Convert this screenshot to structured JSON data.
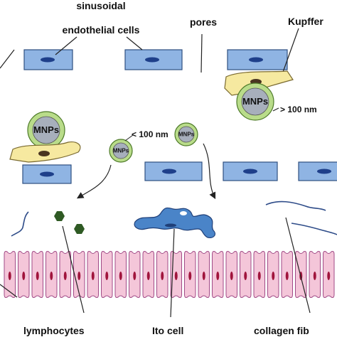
{
  "labels": {
    "sinusoidal": "sinusoidal",
    "endothelial_cells": "endothelial cells",
    "pores": "pores",
    "kupffer": "Kupffer",
    "gt_100": "> 100 nm",
    "lt_100": "< 100 nm",
    "lymphocytes": "lymphocytes",
    "ito_cell": "Ito cell",
    "collagen": "collagen fib"
  },
  "mnp_label": "MNPs",
  "colors": {
    "endothelial_fill": "#8fb4e3",
    "endothelial_stroke": "#2f4f80",
    "nucleus": "#1e3f8a",
    "kupffer_fill": "#f6e9a0",
    "kupffer_stroke": "#7a6a30",
    "kupffer_nucleus": "#4a3520",
    "mnp_ring": "#b9dc8a",
    "mnp_ring_stroke": "#4d7a28",
    "mnp_core": "#a7afbc",
    "ito_fill": "#4a84c8",
    "ito_stroke": "#1f3f78",
    "hepatocyte_fill": "#f4c6d9",
    "hepatocyte_stroke": "#a04a86",
    "hepatocyte_nucleus": "#a0143c",
    "lymphocyte": "#2f5a24",
    "line": "#222222",
    "fiber": "#2d4b88"
  }
}
